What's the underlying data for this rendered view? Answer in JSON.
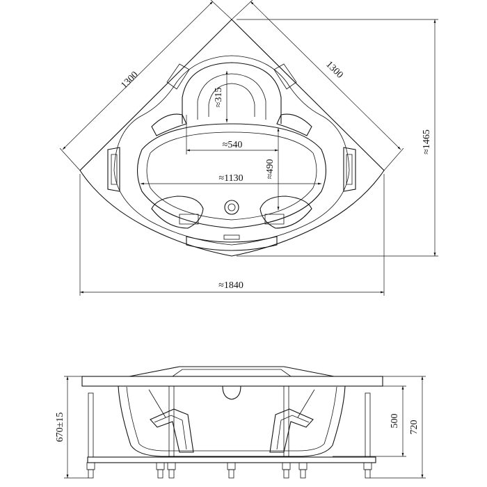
{
  "top_view": {
    "side_left": "1300",
    "side_right": "1300",
    "headrest_depth": "≈315",
    "inner_width": "≈540",
    "inner_depth": "≈490",
    "inner_length": "≈1130",
    "overall_width": "≈1840",
    "overall_depth": "≈1465"
  },
  "side_view": {
    "adjustable_height": "670±15",
    "depth": "500",
    "total_height": "720"
  },
  "colors": {
    "line": "#111111",
    "background": "#ffffff"
  }
}
